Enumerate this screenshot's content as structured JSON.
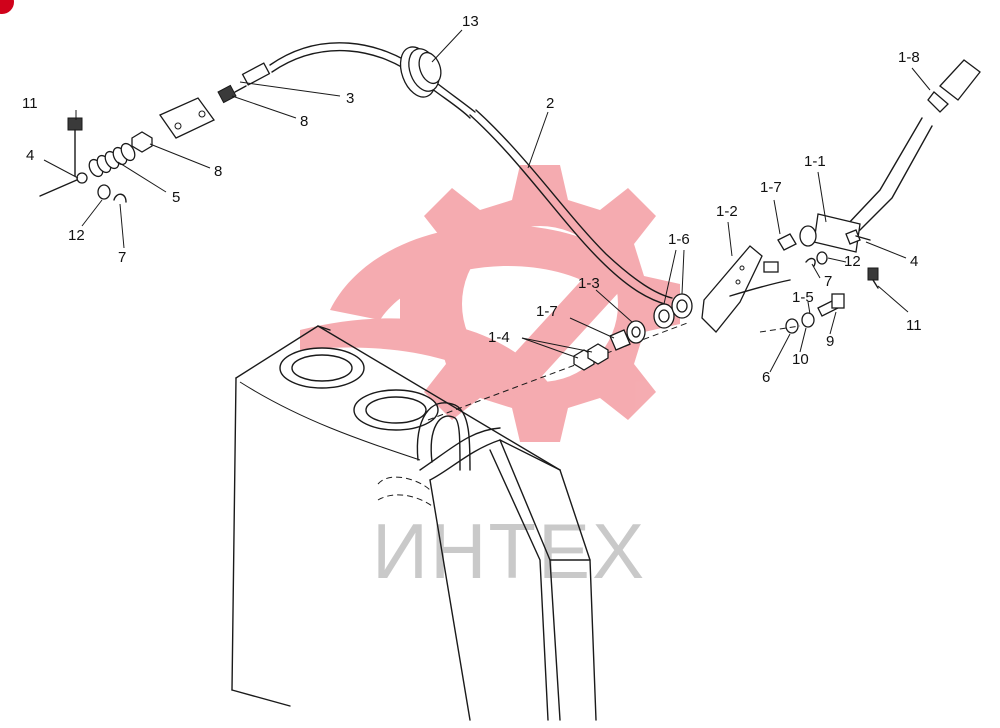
{
  "diagram": {
    "watermark_text": "ИНТЕХ",
    "watermark_color": "#f4a3a8",
    "corner_badge_color": "#d0021b",
    "labels": {
      "l13": "13",
      "l3": "3",
      "l8a": "8",
      "l8b": "8",
      "l2": "2",
      "l11a": "11",
      "l4a": "4",
      "l5": "5",
      "l12a": "12",
      "l7a": "7",
      "l18": "1-8",
      "l11b": "1-1",
      "l17a": "1-7",
      "l12b": "1-2",
      "l16": "1-6",
      "l13b": "1-3",
      "l17b": "1-7",
      "l14": "1-4",
      "l4b": "4",
      "l12c": "12",
      "l7b": "7",
      "l15": "1-5",
      "l11c": "11",
      "l9": "9",
      "l10": "10",
      "l6": "6"
    }
  }
}
